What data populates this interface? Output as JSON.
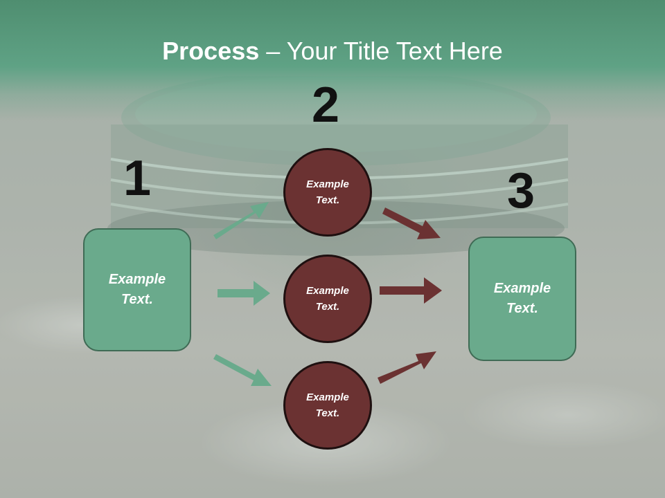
{
  "title": {
    "bold": "Process",
    "rest": " – Your Title Text Here"
  },
  "steps": {
    "one": "1",
    "two": "2",
    "three": "3"
  },
  "left_box": {
    "line1": "Example",
    "line2": "Text."
  },
  "right_box": {
    "line1": "Example",
    "line2": "Text."
  },
  "circles": [
    {
      "line1": "Example",
      "line2": "Text."
    },
    {
      "line1": "Example",
      "line2": "Text."
    },
    {
      "line1": "Example",
      "line2": "Text."
    }
  ],
  "colors": {
    "green": "#6aaa8c",
    "maroon": "#6b3232",
    "green_arrow": "#6aaa8c",
    "maroon_arrow": "#6b3232"
  }
}
